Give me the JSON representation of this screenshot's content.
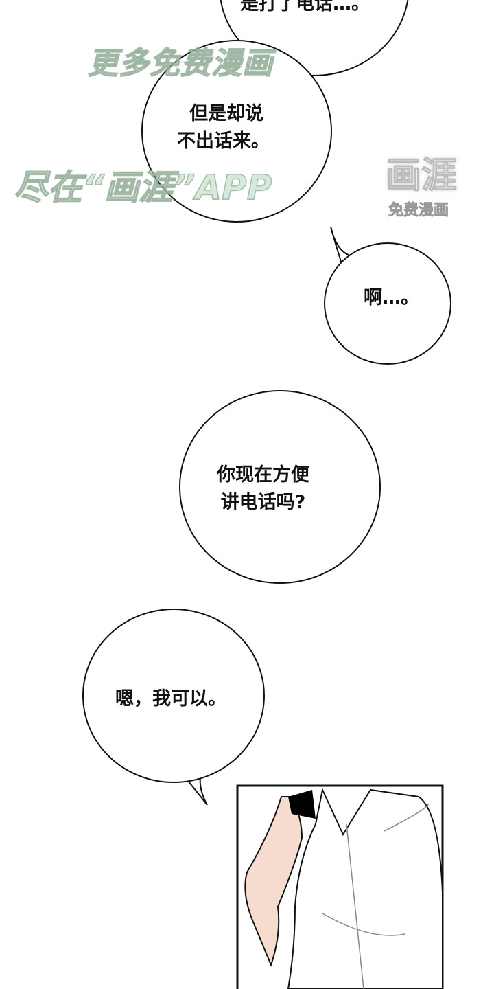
{
  "bubbles": [
    {
      "lines": [
        "是打了电话…。"
      ]
    },
    {
      "lines": [
        "但是却说",
        "不出话来。"
      ]
    },
    {
      "lines": [
        "啊…。"
      ]
    },
    {
      "lines": [
        "你现在方便",
        "讲电话吗?"
      ]
    },
    {
      "lines": [
        "嗯，我可以。"
      ]
    }
  ],
  "watermark": {
    "line1": "更多免费漫画",
    "line2": "尽在“画涯”APP",
    "logo": "画涯",
    "logo_sub": "免费漫画"
  },
  "colors": {
    "ink": "#111111",
    "skin": "#f6dccf",
    "phone": "#000000"
  }
}
